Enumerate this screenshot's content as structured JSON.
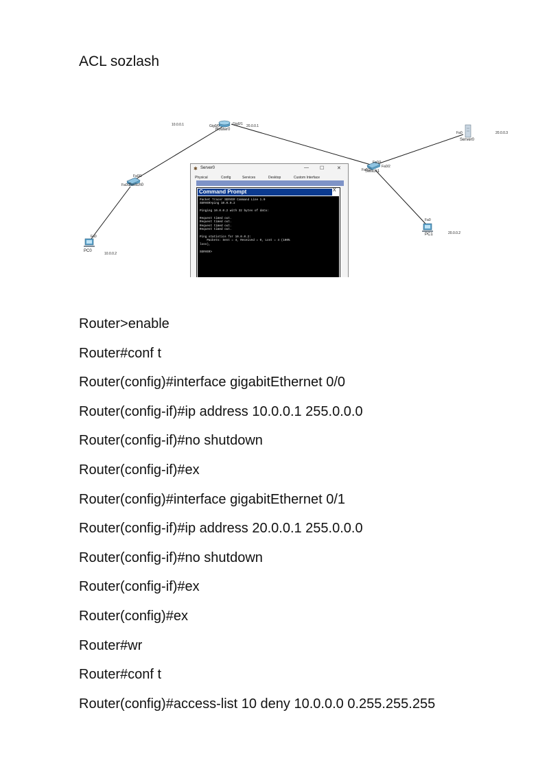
{
  "heading": "ACL sozlash",
  "figure": {
    "devices": {
      "router": "Router0",
      "switch_left": "Switch0",
      "switch_right": "Switch1",
      "server": "Server0",
      "pc0": "PC0",
      "pc1": "PC1"
    },
    "tiny_labels": [
      "10.0.0.1",
      "Gig0/0",
      "Gig0/1",
      "20.0.0.1",
      "Fa0/1",
      "Fa0/2",
      "Fa0/1",
      "Fa0/2",
      "Fa0/3",
      "20.0.0.3",
      "Fa0",
      "20.0.0.2",
      "Fa0",
      "10.0.0.2",
      "Fa0"
    ],
    "window": {
      "title": "Server0",
      "controls": [
        "—",
        "☐",
        "✕"
      ],
      "tabs": [
        "Physical",
        "Config",
        "Services",
        "Desktop",
        "Custom Interface"
      ],
      "dialog_title": "Command Prompt",
      "dialog_close": "X",
      "terminal_lines": [
        "Packet Tracer SERVER Command Line 1.0",
        "SERVER>ping 10.0.0.2",
        "",
        "Pinging 10.0.0.2 with 32 bytes of data:",
        "",
        "Request timed out.",
        "Request timed out.",
        "Request timed out.",
        "Request timed out.",
        "",
        "Ping statistics for 10.0.0.2:",
        "    Packets: Sent = 4, Received = 0, Lost = 4 (100%",
        "loss),",
        "",
        "SERVER>"
      ]
    }
  },
  "commands": [
    "Router>enable",
    "Router#conf t",
    "Router(config)#interface gigabitEthernet 0/0",
    "Router(config-if)#ip address 10.0.0.1 255.0.0.0",
    "Router(config-if)#no shutdown",
    "Router(config-if)#ex",
    "Router(config)#interface gigabitEthernet 0/1",
    "Router(config-if)#ip address 20.0.0.1 255.0.0.0",
    "Router(config-if)#no shutdown",
    "Router(config-if)#ex",
    "Router(config)#ex",
    "Router#wr",
    "Router#conf t",
    "Router(config)#access-list 10 deny 10.0.0.0 0.255.255.255"
  ]
}
